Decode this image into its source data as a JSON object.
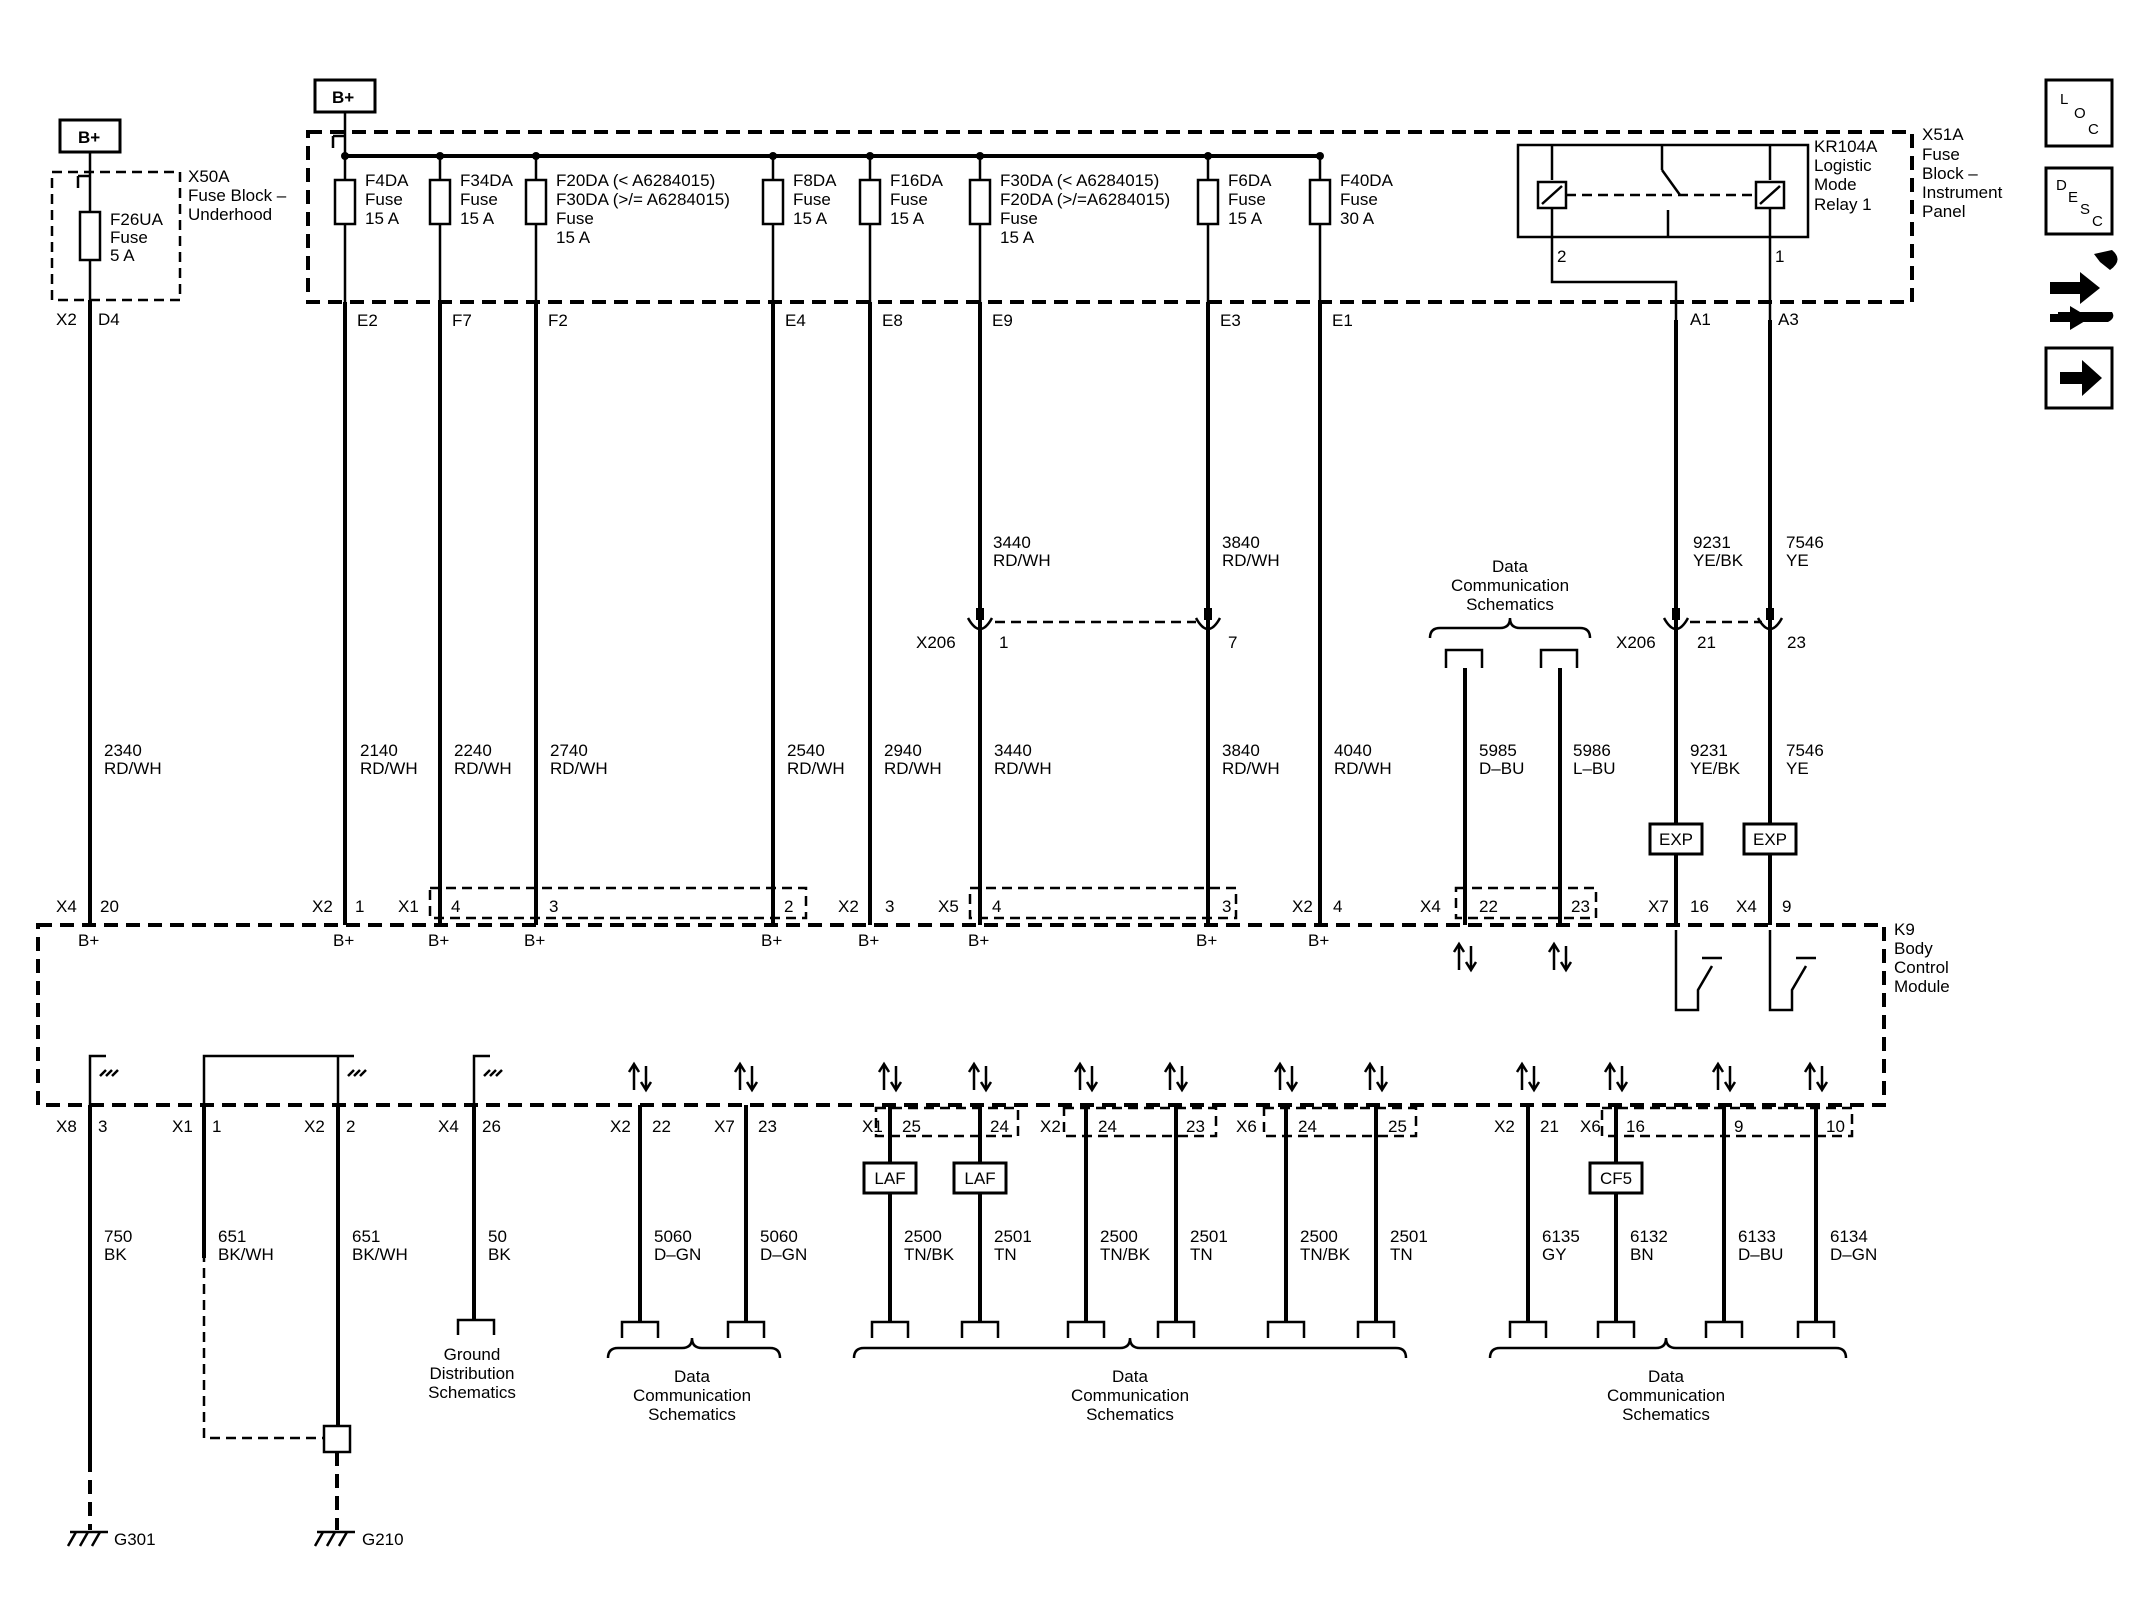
{
  "power_sources": [
    {
      "label": "B+"
    },
    {
      "label": "B+"
    }
  ],
  "fuse_blocks": {
    "underhood": {
      "id": "X50A",
      "name_lines": [
        "Fuse Block –",
        "Underhood"
      ]
    },
    "instrument_panel": {
      "id": "X51A",
      "name_lines": [
        "Fuse",
        "Block –",
        "Instrument",
        "Panel"
      ]
    }
  },
  "fuses": [
    {
      "lines": [
        "F26UA",
        "Fuse",
        "5 A"
      ],
      "connector": "X2",
      "pin": "D4"
    },
    {
      "lines": [
        "F4DA",
        "Fuse",
        "15 A"
      ],
      "pin": "E2"
    },
    {
      "lines": [
        "F34DA",
        "Fuse",
        "15 A"
      ],
      "pin": "F7"
    },
    {
      "lines": [
        "F20DA (< A6284015)",
        "F30DA (>/= A6284015)",
        "Fuse",
        "15 A"
      ],
      "pin": "F2"
    },
    {
      "lines": [
        "F8DA",
        "Fuse",
        "15 A"
      ],
      "pin": "E4"
    },
    {
      "lines": [
        "F16DA",
        "Fuse",
        "15 A"
      ],
      "pin": "E8"
    },
    {
      "lines": [
        "F30DA (< A6284015)",
        "F20DA (>/=A6284015)",
        "Fuse",
        "15 A"
      ],
      "pin": "E9"
    },
    {
      "lines": [
        "F6DA",
        "Fuse",
        "15 A"
      ],
      "pin": "E3"
    },
    {
      "lines": [
        "F40DA",
        "Fuse",
        "30 A"
      ],
      "pin": "E1"
    }
  ],
  "relay": {
    "lines": [
      "KR104A",
      "Logistic",
      "Mode",
      "Relay 1"
    ],
    "pin_left": "2",
    "pin_right": "1",
    "out_pins": [
      "A1",
      "A3"
    ]
  },
  "inline_connector": {
    "name": "X206",
    "pins_mid": [
      "1",
      "7"
    ],
    "pins_right": [
      "21",
      "23"
    ]
  },
  "upper_wires": [
    {
      "circuit": "3440",
      "color": "RD/WH"
    },
    {
      "circuit": "3840",
      "color": "RD/WH"
    },
    {
      "circuit": "9231",
      "color": "YE/BK"
    },
    {
      "circuit": "7546",
      "color": "YE"
    }
  ],
  "data_comm_top_lines": [
    "Data",
    "Communication",
    "Schematics"
  ],
  "module_wires": [
    {
      "circuit": "2340",
      "color": "RD/WH",
      "connector": "X4",
      "pin": "20"
    },
    {
      "circuit": "2140",
      "color": "RD/WH",
      "connector": "X2",
      "pin": "1"
    },
    {
      "circuit": "2240",
      "color": "RD/WH",
      "connector": "X1",
      "pin": "4"
    },
    {
      "circuit": "2740",
      "color": "RD/WH",
      "pin": "3"
    },
    {
      "circuit": "2540",
      "color": "RD/WH",
      "pin": "2"
    },
    {
      "circuit": "2940",
      "color": "RD/WH",
      "connector": "X2",
      "pin": "3"
    },
    {
      "circuit": "3440",
      "color": "RD/WH",
      "connector": "X5",
      "pin": "4"
    },
    {
      "circuit": "3840",
      "color": "RD/WH",
      "pin": "3"
    },
    {
      "circuit": "4040",
      "color": "RD/WH",
      "connector": "X2",
      "pin": "4"
    },
    {
      "circuit": "5985",
      "color": "D–BU",
      "connector": "X4",
      "pin": "22"
    },
    {
      "circuit": "5986",
      "color": "L–BU",
      "pin": "23"
    },
    {
      "circuit": "9231",
      "color": "YE/BK",
      "connector": "X7",
      "pin": "16"
    },
    {
      "circuit": "7546",
      "color": "YE",
      "connector": "X4",
      "pin": "9"
    }
  ],
  "terminal_label": "B+",
  "exp_label": "EXP",
  "module": {
    "lines": [
      "K9",
      "Body",
      "Control",
      "Module"
    ]
  },
  "lower_pins": [
    {
      "connector": "X8",
      "pin": "3"
    },
    {
      "connector": "X1",
      "pin": "1"
    },
    {
      "connector": "X2",
      "pin": "2"
    },
    {
      "connector": "X4",
      "pin": "26"
    },
    {
      "connector": "X2",
      "pin": "22"
    },
    {
      "connector": "X7",
      "pin": "23"
    },
    {
      "connector": "X1",
      "pin": "25"
    },
    {
      "pin": "24"
    },
    {
      "connector": "X2",
      "pin": "24"
    },
    {
      "pin": "23"
    },
    {
      "connector": "X6",
      "pin": "24"
    },
    {
      "pin": "25"
    },
    {
      "connector": "X2",
      "pin": "21"
    },
    {
      "connector": "X6",
      "pin": "16"
    },
    {
      "pin": "9"
    },
    {
      "pin": "10"
    }
  ],
  "lower_wires": [
    {
      "circuit": "750",
      "color": "BK"
    },
    {
      "circuit": "651",
      "color": "BK/WH"
    },
    {
      "circuit": "651",
      "color": "BK/WH"
    },
    {
      "circuit": "50",
      "color": "BK"
    },
    {
      "circuit": "5060",
      "color": "D–GN"
    },
    {
      "circuit": "5060",
      "color": "D–GN"
    },
    {
      "circuit": "2500",
      "color": "TN/BK"
    },
    {
      "circuit": "2501",
      "color": "TN"
    },
    {
      "circuit": "2500",
      "color": "TN/BK"
    },
    {
      "circuit": "2501",
      "color": "TN"
    },
    {
      "circuit": "2500",
      "color": "TN/BK"
    },
    {
      "circuit": "2501",
      "color": "TN"
    },
    {
      "circuit": "6135",
      "color": "GY"
    },
    {
      "circuit": "6132",
      "color": "BN"
    },
    {
      "circuit": "6133",
      "color": "D–BU"
    },
    {
      "circuit": "6134",
      "color": "D–GN"
    }
  ],
  "tags": {
    "laf": "LAF",
    "cf5": "CF5"
  },
  "ground_dist_lines": [
    "Ground",
    "Distribution",
    "Schematics"
  ],
  "data_comm_lines": [
    "Data",
    "Communication",
    "Schematics"
  ],
  "grounds": [
    {
      "label": "G301"
    },
    {
      "label": "G210"
    }
  ],
  "nav_icons": [
    {
      "name": "location-icon",
      "letters": [
        "L",
        "O",
        "C"
      ]
    },
    {
      "name": "description-icon",
      "letters": [
        "D",
        "E",
        "S",
        "C"
      ]
    },
    {
      "name": "schematic-flow-icon"
    },
    {
      "name": "next-arrow-icon"
    }
  ]
}
